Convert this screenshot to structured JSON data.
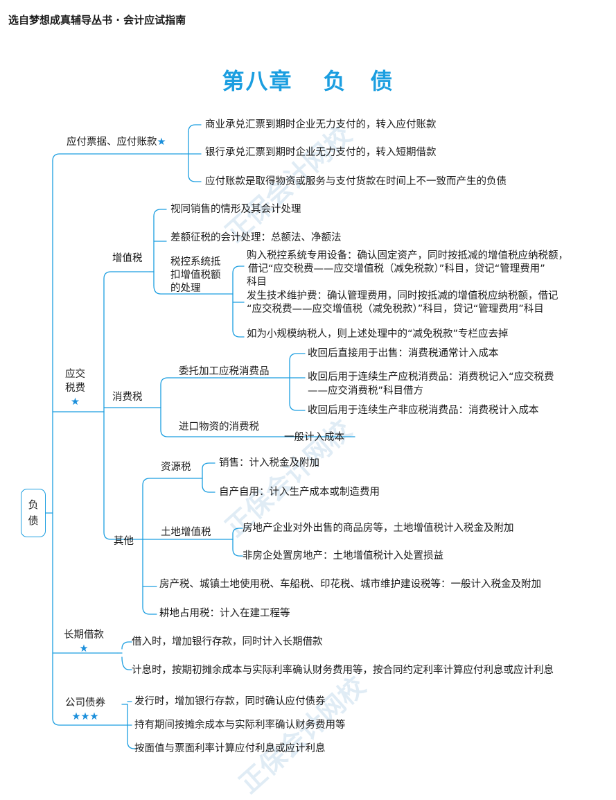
{
  "header": {
    "series": "选自梦想成真辅导丛书 · 会计应试指南"
  },
  "title": {
    "chapter": "第八章",
    "name": "负　债"
  },
  "root": {
    "l1": "负",
    "l2": "债"
  },
  "payables": {
    "label": "应付票据、应付账款",
    "star": "★",
    "items": [
      "商业承兑汇票到期时企业无力支付的，转入应付账款",
      "银行承兑汇票到期时企业无力支付的，转入短期借款",
      "应付账款是取得物资或服务与支付货款在时间上不一致而产生的负债"
    ]
  },
  "taxes": {
    "l1": "应交",
    "l2": "税费",
    "star": "★",
    "vat": {
      "label": "增值税",
      "items": [
        "视同销售的情形及其会计处理",
        "差额征税的会计处理：总额法、净额法"
      ],
      "control": {
        "l1": "税控系统抵",
        "l2": "扣增值税额",
        "l3": "的处理",
        "a1": "购入税控系统专用设备：确认固定资产，同时按抵减的增值税应纳税额，",
        "a2": "借记“应交税费——应交增值税（减免税款）”科目，贷记“管理费用”",
        "a3": "科目",
        "b1": "发生技术维护费：确认管理费用，同时按抵减的增值税应纳税额，借记",
        "b2": "“应交税费——应交增值税（减免税款）”科目，贷记“管理费用”科目",
        "c": "如为小规模纳税人，则上述处理中的“减免税款”专栏应去掉"
      }
    },
    "consumption": {
      "label": "消费税",
      "entrusted": "委托加工应税消费品",
      "e1": "收回后直接用于出售：消费税通常计入成本",
      "e2a": "收回后用于连续生产应税消费品：消费税记入“应交税费",
      "e2b": "——应交消费税”科目借方",
      "e3": "收回后用于连续生产非应税消费品：消费税计入成本",
      "imported": "进口物资的消费税",
      "imported_note": "一般计入成本"
    },
    "other": {
      "label": "其他",
      "resource": "资源税",
      "r1": "销售：计入税金及附加",
      "r2": "自产自用：计入生产成本或制造费用",
      "land": "土地增值税",
      "l1": "房地产企业对外出售的商品房等，土地增值税计入税金及附加",
      "l2": "非房企处置房地产：土地增值税计入处置损益",
      "misc": "房产税、城镇土地使用税、车船税、印花税、城市维护建设税等：一般计入税金及附加",
      "farmland": "耕地占用税：计入在建工程等"
    }
  },
  "loans": {
    "label": "长期借款",
    "star": "★",
    "items": [
      "借入时，增加银行存款，同时计入长期借款",
      "计息时，按期初摊余成本与实际利率确认财务费用等，按合同约定利率计算应付利息或应计利息"
    ]
  },
  "bonds": {
    "label": "公司债券",
    "star": "★★★",
    "items": [
      "发行时，增加银行存款，同时确认应付债券",
      "持有期间按摊余成本与实际利率确认财务费用等",
      "按面值与票面利率计算应付利息或应计利息"
    ]
  },
  "colors": {
    "line": "#1b9ee0",
    "title": "#1b9ee0",
    "star": "#1b8fdb"
  }
}
